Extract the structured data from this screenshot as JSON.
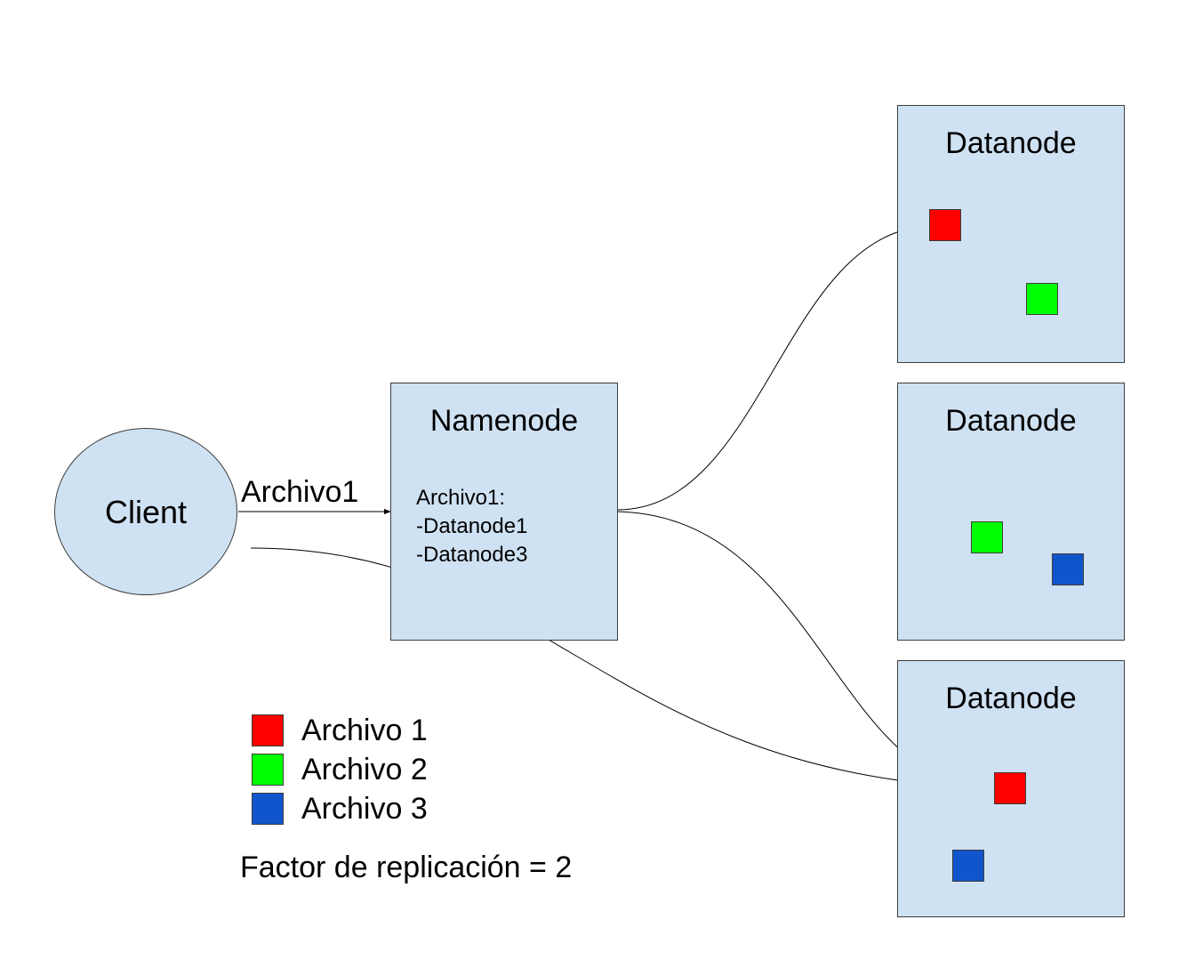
{
  "client": {
    "label": "Client"
  },
  "request": {
    "label": "Archivo1"
  },
  "namenode": {
    "title": "Namenode",
    "info_lines": [
      "Archivo1:",
      "-Datanode1",
      "-Datanode3"
    ]
  },
  "datanodes": [
    {
      "title": "Datanode",
      "blocks": [
        "archivo1",
        "archivo2"
      ]
    },
    {
      "title": "Datanode",
      "blocks": [
        "archivo2",
        "archivo3"
      ]
    },
    {
      "title": "Datanode",
      "blocks": [
        "archivo1",
        "archivo3"
      ]
    }
  ],
  "legend": [
    {
      "label": "Archivo 1",
      "color": "#ff0000"
    },
    {
      "label": "Archivo 2",
      "color": "#00ff00"
    },
    {
      "label": "Archivo 3",
      "color": "#1155cc"
    }
  ],
  "footnote": "Factor de replicación = 2",
  "colors": {
    "node_fill": "#cfe2f3",
    "border": "#3d3d3d",
    "archivo1": "#ff0000",
    "archivo2": "#00ff00",
    "archivo3": "#1155cc"
  }
}
